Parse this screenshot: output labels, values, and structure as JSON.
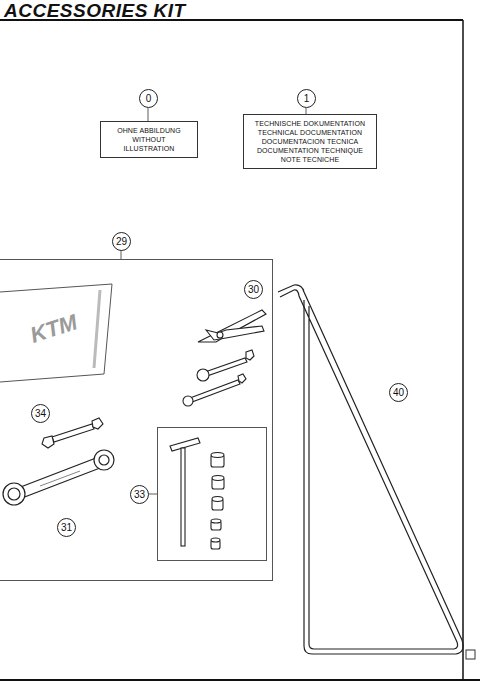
{
  "diagram": {
    "title": "ACCESSORIES KIT",
    "nodes": [
      {
        "text": [
          "OHNE ABBILDUNG WITHOUT ILLUSTRATION"
        ]
      },
      {
        "text": [
          "TECHNISCHE DOKUMENTATION TECHNICAL DOCUMENTATION DOCUMENTACION TECNICA DOCUMENTATION TECHNIQUE NOTE TECNICHE"
        ]
      },
      {
        "text": [
          "29"
        ]
      },
      {
        "text": [
          "33"
        ],
        "in": 2
      }
    ],
    "edges": [],
    "labels": [
      "0",
      "1",
      "30",
      "34",
      "31",
      "40",
      "KTM"
    ]
  }
}
